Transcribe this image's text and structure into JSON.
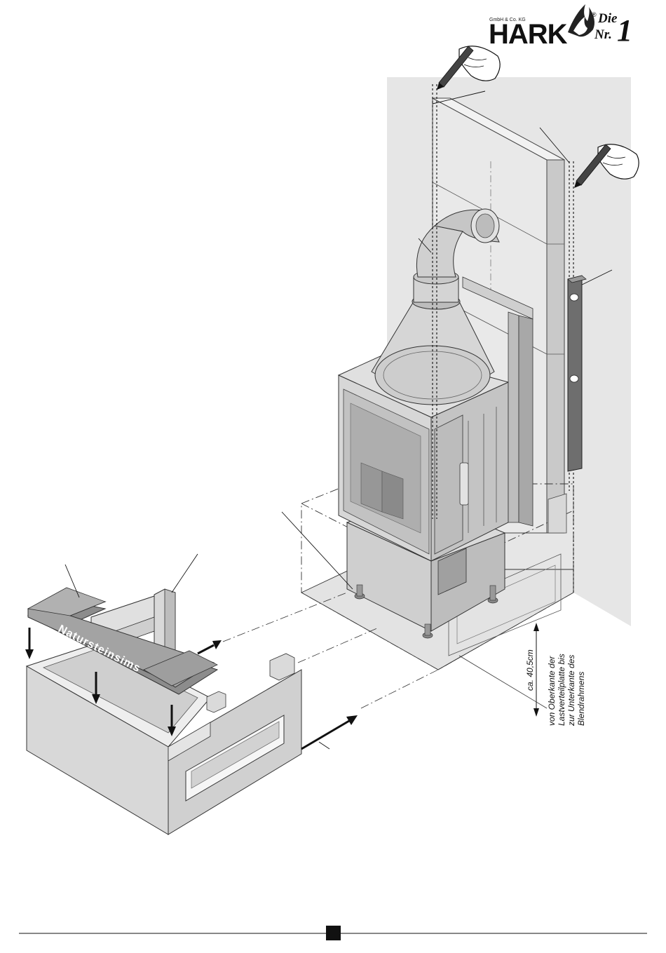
{
  "logo": {
    "company": "GmbH & Co. KG",
    "brand": "HARK",
    "registered": "®",
    "slogan_die": "Die",
    "slogan_nr": "Nr.",
    "slogan_one": "1"
  },
  "labels": {
    "cornice": "Natursteinsims",
    "dimension": "ca. 40,5cm",
    "note_line1": "von Oberkante der",
    "note_line2": "Lastverteilplatte bis",
    "note_line3": "zur Unterkante des",
    "note_line4": "Blendrahmens"
  },
  "colors": {
    "wall": "#e6e6e6",
    "panel": "#d2d2d2",
    "dark": "#6e6e6e",
    "line": "#222222"
  }
}
